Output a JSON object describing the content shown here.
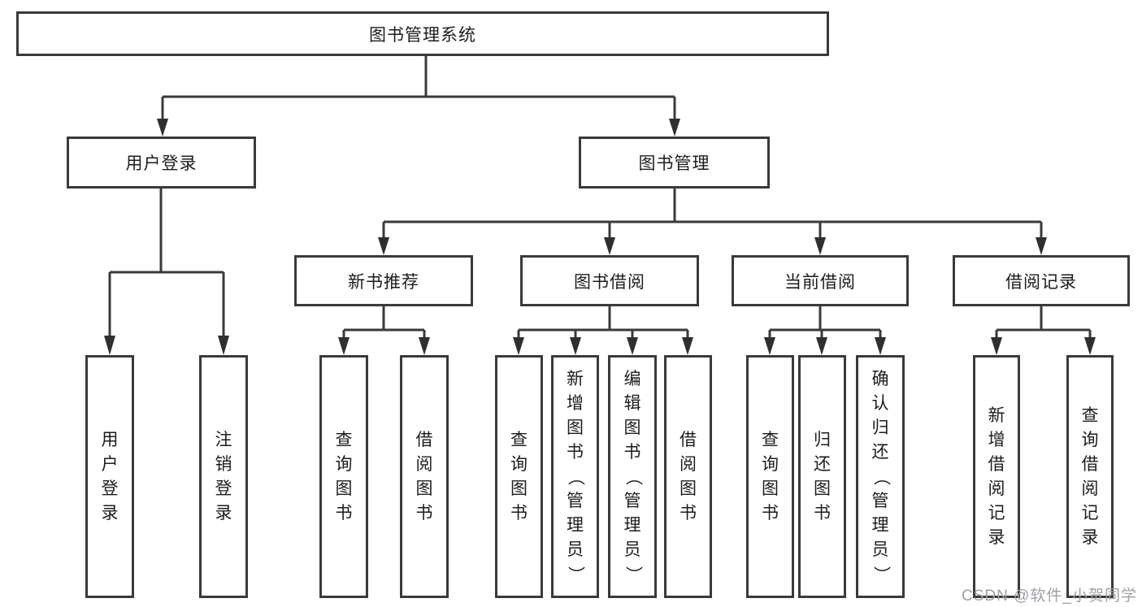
{
  "diagram": {
    "title": "图书管理系统",
    "tree": {
      "label": "图书管理系统",
      "children": [
        {
          "label": "用户登录",
          "children": [
            {
              "label": "用户登录"
            },
            {
              "label": "注销登录"
            }
          ]
        },
        {
          "label": "图书管理",
          "children": [
            {
              "label": "新书推荐",
              "children": [
                {
                  "label": "查询图书"
                },
                {
                  "label": "借阅图书"
                }
              ]
            },
            {
              "label": "图书借阅",
              "children": [
                {
                  "label": "查询图书"
                },
                {
                  "label": "新增图书（管理员）"
                },
                {
                  "label": "编辑图书（管理员）"
                },
                {
                  "label": "借阅图书"
                }
              ]
            },
            {
              "label": "当前借阅",
              "children": [
                {
                  "label": "查询图书"
                },
                {
                  "label": "归还图书"
                },
                {
                  "label": "确认归还（管理员）"
                }
              ]
            },
            {
              "label": "借阅记录",
              "children": [
                {
                  "label": "新增借阅记录"
                },
                {
                  "label": "查询借阅记录"
                }
              ]
            }
          ]
        }
      ]
    },
    "colors": {
      "line": "#3a3a3a",
      "arrow": "#2f2f2f",
      "text": "#1c1c1c",
      "watermark": "#9ba1a8",
      "background": "#ffffff"
    },
    "watermark": {
      "text": "CSDN @软件_小贺同学"
    }
  }
}
